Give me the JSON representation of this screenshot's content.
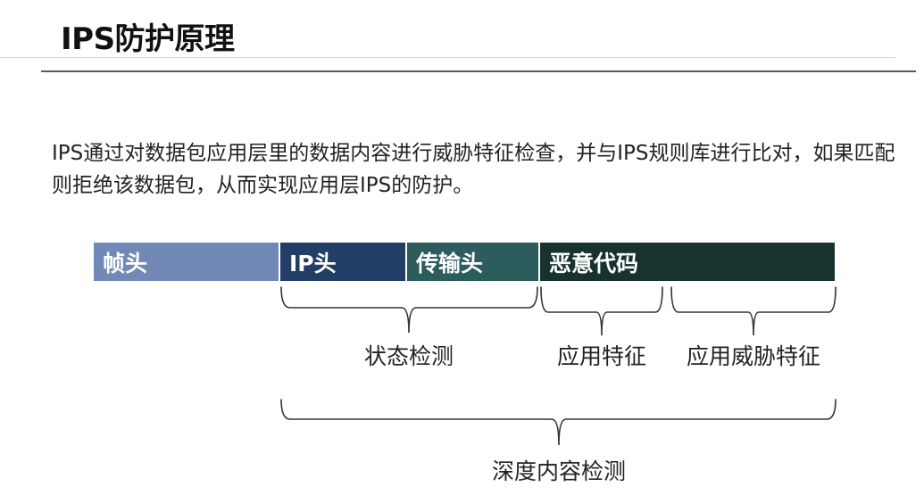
{
  "title": "IPS防护原理",
  "description": "IPS通过对数据包应用层里的数据内容进行威胁特征检查，并与IPS规则库进行比对，如果匹配则拒绝该数据包，从而实现应用层IPS的防护。",
  "packet_segments": [
    {
      "label": "帧头",
      "color": "#7089b6"
    },
    {
      "label": "IP头",
      "color": "#233e66"
    },
    {
      "label": "传输头",
      "color": "#2c5c5c"
    },
    {
      "label": "恶意代码",
      "color": "#18332f"
    }
  ],
  "brackets": {
    "state_inspection": "状态检测",
    "app_signature": "应用特征",
    "app_threat_signature": "应用威胁特征",
    "deep_content_inspection": "深度内容检测"
  }
}
